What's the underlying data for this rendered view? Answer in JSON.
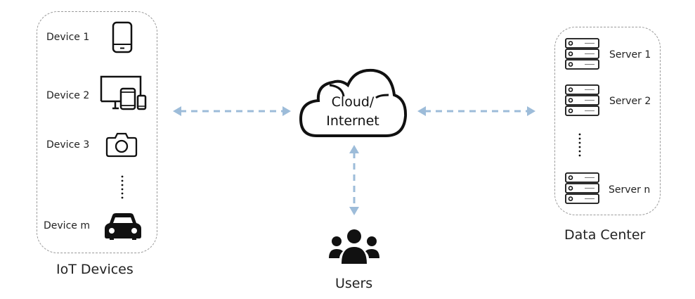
{
  "diagram": {
    "colors": {
      "arrow": "#9dbcd9",
      "box_border": "#9a9a9a",
      "icon": "#111111"
    },
    "iot_group": {
      "caption": "IoT Devices",
      "devices": [
        {
          "label": "Device 1",
          "icon": "tablet-icon"
        },
        {
          "label": "Device 2",
          "icon": "multi-device-icon"
        },
        {
          "label": "Device 3",
          "icon": "camera-icon"
        },
        {
          "label": "Device m",
          "icon": "car-icon"
        }
      ]
    },
    "cloud": {
      "line1": "Cloud/",
      "line2": "Internet",
      "icon": "cloud-icon"
    },
    "users": {
      "caption": "Users",
      "icon": "users-icon"
    },
    "data_center": {
      "caption": "Data Center",
      "servers": [
        {
          "label": "Server 1",
          "icon": "server-rack-icon"
        },
        {
          "label": "Server 2",
          "icon": "server-rack-icon"
        },
        {
          "label": "Server n",
          "icon": "server-rack-icon"
        }
      ]
    },
    "connections": [
      {
        "from": "IoT Devices",
        "to": "Cloud/Internet",
        "style": "dashed bidirectional"
      },
      {
        "from": "Cloud/Internet",
        "to": "Data Center",
        "style": "dashed bidirectional"
      },
      {
        "from": "Cloud/Internet",
        "to": "Users",
        "style": "dashed bidirectional"
      }
    ]
  }
}
